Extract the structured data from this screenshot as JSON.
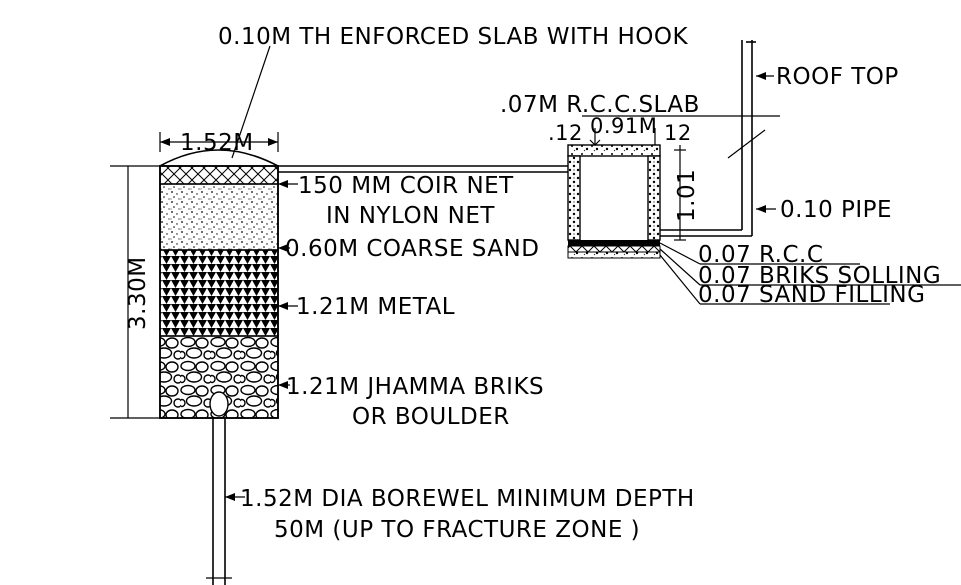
{
  "labels": {
    "slab_hook": "0.10M TH ENFORCED SLAB WITH HOOK",
    "roof_top": "ROOF TOP",
    "rcc_slab": ".07M R.C.C.SLAB",
    "dim_012_left": ".12",
    "dim_091": "0.91M",
    "dim_012_right": "12",
    "dim_101": "1.01",
    "dim_152": "1.52M",
    "dim_330": "3.30M",
    "coir_net_1": "150 MM COIR NET",
    "coir_net_2": "IN NYLON NET",
    "coarse_sand": "0.60M COARSE SAND",
    "pipe": "0.10 PIPE",
    "rcc_007": "0.07 R.C.C",
    "briks_solling": "0.07 BRIKS SOLLING",
    "sand_filling": "0.07 SAND FILLING",
    "metal": "1.21M METAL",
    "jhamma_1": "1.21M JHAMMA BRIKS",
    "jhamma_2": "OR BOULDER",
    "borewell_1": "1.52M DIA BOREWEL MINIMUM DEPTH",
    "borewell_2": "50M (UP TO FRACTURE ZONE )"
  }
}
